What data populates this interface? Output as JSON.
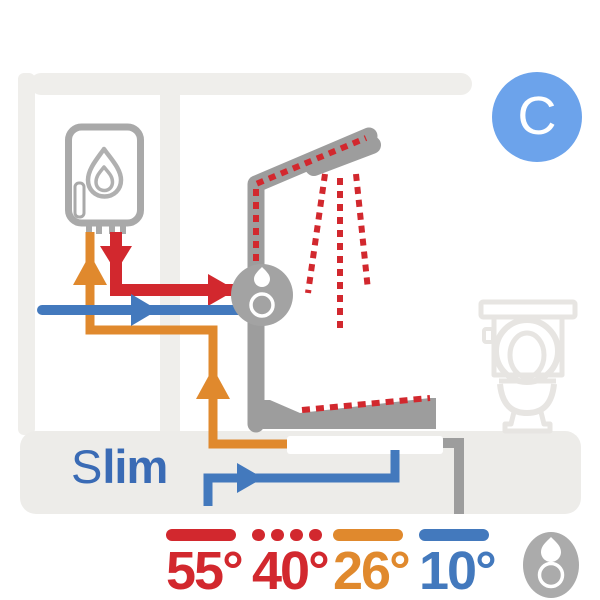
{
  "brand": {
    "logo_letter": "C"
  },
  "product_logo": {
    "part1": "S",
    "part2": "lim"
  },
  "legend": {
    "items": [
      {
        "value": "55",
        "unit": "°",
        "line_style": "solid",
        "color": "#d2282e"
      },
      {
        "value": "40",
        "unit": "°",
        "line_style": "dashed",
        "color": "#d2282e"
      },
      {
        "value": "26",
        "unit": "°",
        "line_style": "solid",
        "color": "#e0892d"
      },
      {
        "value": "10",
        "unit": "°",
        "line_style": "solid",
        "color": "#4379bd"
      }
    ]
  },
  "colors": {
    "hot_water_55": "#d2282e",
    "shower_water_40": "#d2282e",
    "preheated_water_26": "#e0892d",
    "cold_water_10": "#4379bd",
    "pipe_gray": "#9d9d9d",
    "structure_gray": "#efeeeb",
    "floor_gray": "#edece9",
    "brand_blue": "#6ca3eb",
    "product_blue": "#3a6bb5",
    "heat_exchanger_white": "#ffffff"
  }
}
